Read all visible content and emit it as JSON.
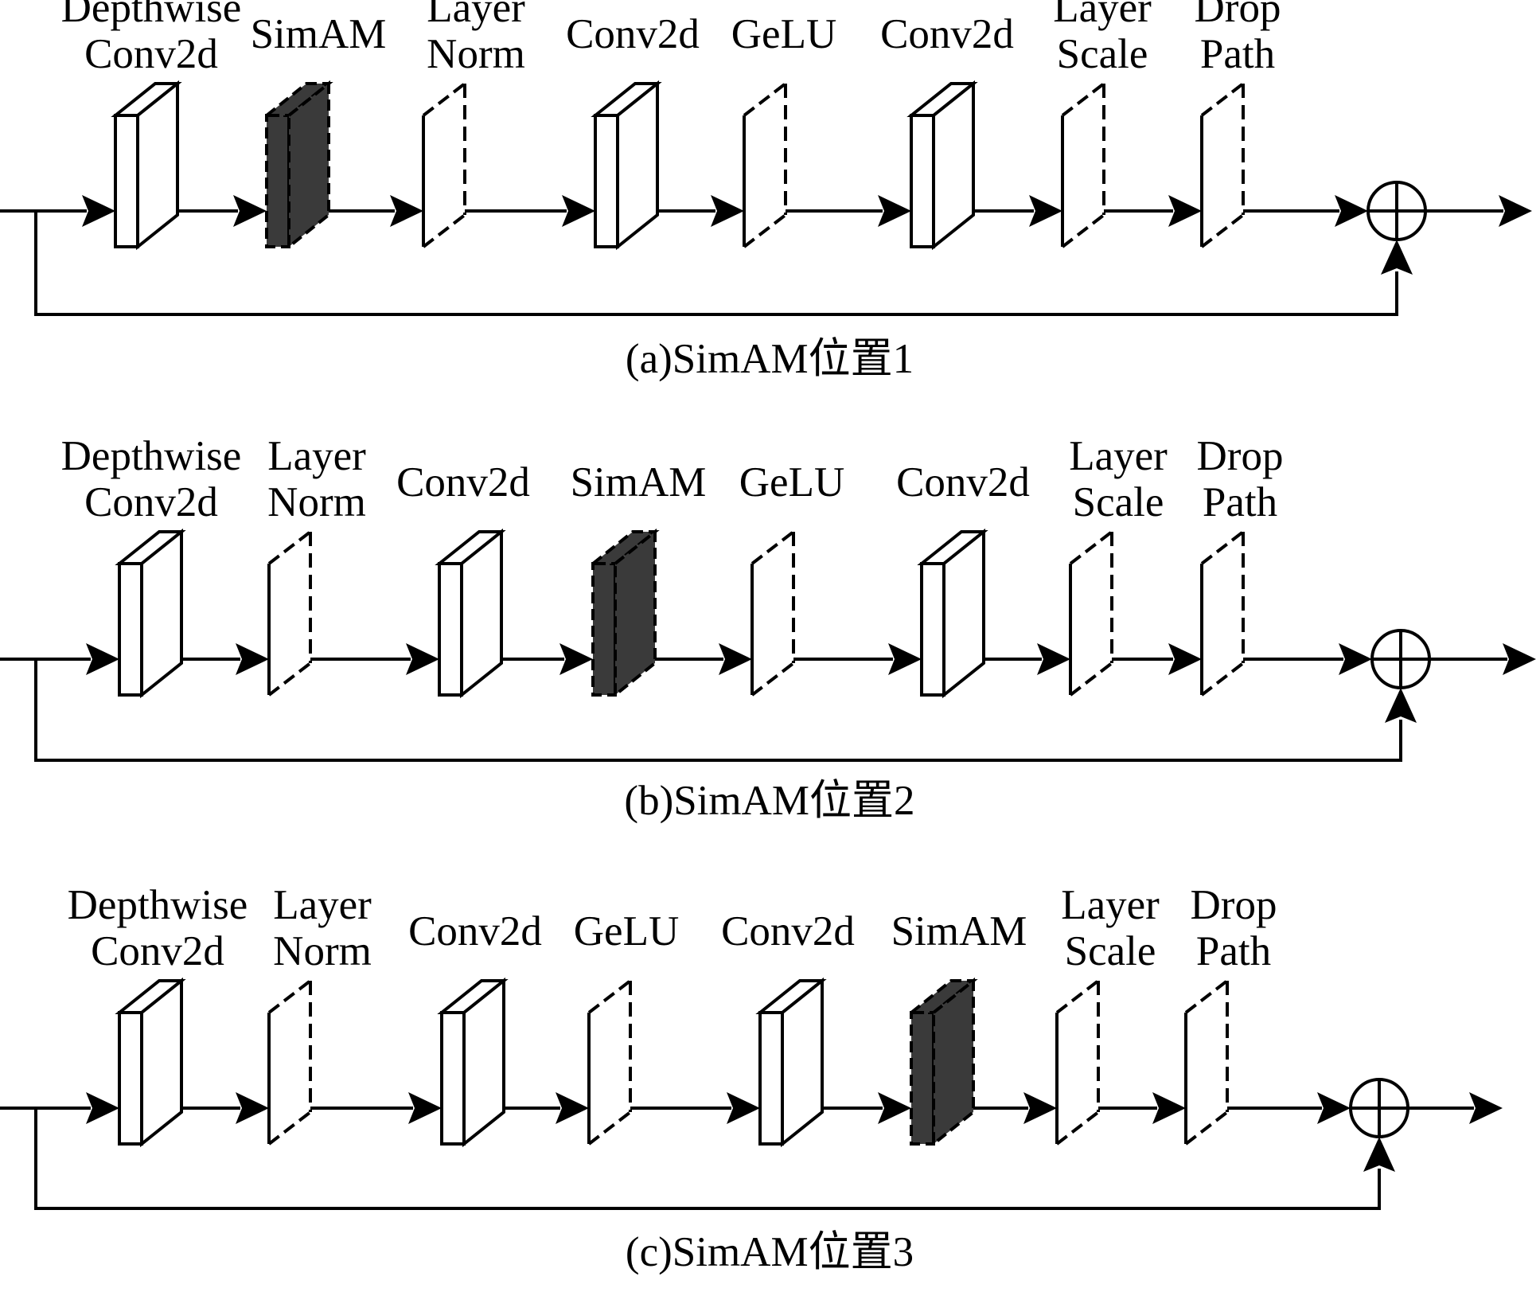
{
  "panels": [
    {
      "caption": "(a)SimAM位置1",
      "blocks": [
        {
          "kind": "conv",
          "label": [
            "Depthwise",
            "Conv2d"
          ]
        },
        {
          "kind": "simam",
          "label": [
            "SimAM"
          ]
        },
        {
          "kind": "norm",
          "label": [
            "Layer",
            "Norm"
          ]
        },
        {
          "kind": "conv",
          "label": [
            "Conv2d"
          ]
        },
        {
          "kind": "norm",
          "label": [
            "GeLU"
          ]
        },
        {
          "kind": "conv",
          "label": [
            "Conv2d"
          ]
        },
        {
          "kind": "norm",
          "label": [
            "Layer",
            "Scale"
          ]
        },
        {
          "kind": "norm",
          "label": [
            "Drop",
            "Path"
          ]
        }
      ]
    },
    {
      "caption": "(b)SimAM位置2",
      "blocks": [
        {
          "kind": "conv",
          "label": [
            "Depthwise",
            "Conv2d"
          ]
        },
        {
          "kind": "norm",
          "label": [
            "Layer",
            "Norm"
          ]
        },
        {
          "kind": "conv",
          "label": [
            "Conv2d"
          ]
        },
        {
          "kind": "simam",
          "label": [
            "SimAM"
          ]
        },
        {
          "kind": "norm",
          "label": [
            "GeLU"
          ]
        },
        {
          "kind": "conv",
          "label": [
            "Conv2d"
          ]
        },
        {
          "kind": "norm",
          "label": [
            "Layer",
            "Scale"
          ]
        },
        {
          "kind": "norm",
          "label": [
            "Drop",
            "Path"
          ]
        }
      ]
    },
    {
      "caption": "(c)SimAM位置3",
      "blocks": [
        {
          "kind": "conv",
          "label": [
            "Depthwise",
            "Conv2d"
          ]
        },
        {
          "kind": "norm",
          "label": [
            "Layer",
            "Norm"
          ]
        },
        {
          "kind": "conv",
          "label": [
            "Conv2d"
          ]
        },
        {
          "kind": "norm",
          "label": [
            "GeLU"
          ]
        },
        {
          "kind": "conv",
          "label": [
            "Conv2d"
          ]
        },
        {
          "kind": "simam",
          "label": [
            "SimAM"
          ]
        },
        {
          "kind": "norm",
          "label": [
            "Layer",
            "Scale"
          ]
        },
        {
          "kind": "norm",
          "label": [
            "Drop",
            "Path"
          ]
        }
      ]
    }
  ],
  "colors": {
    "line": "#000000",
    "block_fill": "#ffffff",
    "simam_fill": "#3a3a3a"
  }
}
